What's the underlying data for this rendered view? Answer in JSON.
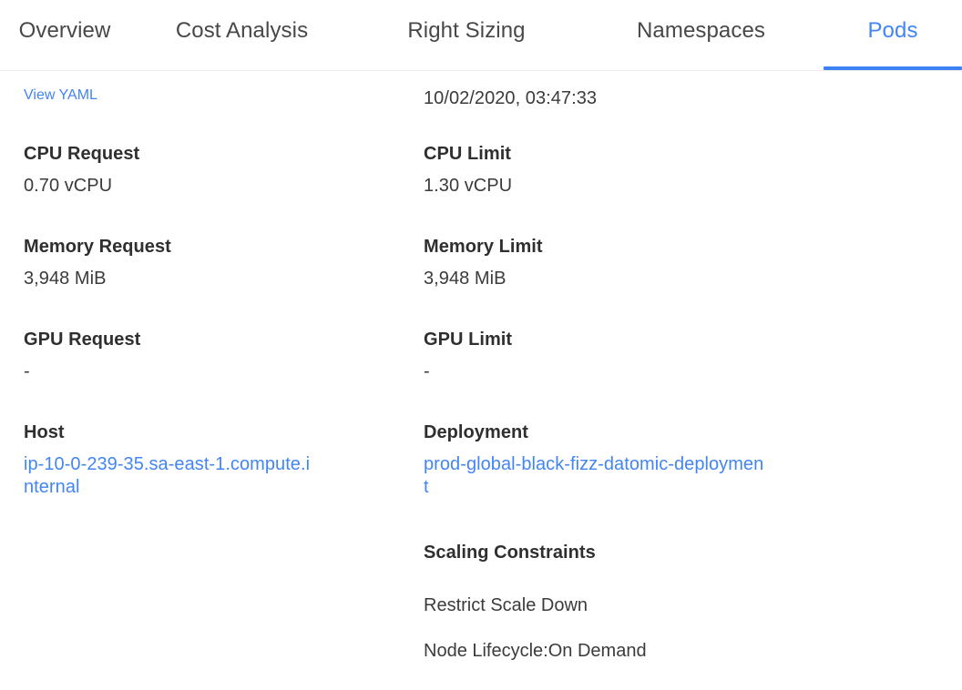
{
  "tabs": [
    {
      "id": "overview",
      "label": "Overview",
      "active": false
    },
    {
      "id": "cost",
      "label": "Cost Analysis",
      "active": false
    },
    {
      "id": "rightsize",
      "label": "Right Sizing",
      "active": false
    },
    {
      "id": "namespaces",
      "label": "Namespaces",
      "active": false
    },
    {
      "id": "pods",
      "label": "Pods",
      "active": true
    }
  ],
  "colors": {
    "accent": "#4285f4",
    "underline": "#3c82f3",
    "tab_inactive": "#484848",
    "label": "#2f2f2f",
    "value": "#3b3b3b",
    "divider": "#ededed",
    "background": "#ffffff"
  },
  "left_column": {
    "view_yaml_link": "View YAML",
    "cpu_request_label": "CPU Request",
    "cpu_request_value": "0.70 vCPU",
    "memory_request_label": "Memory Request",
    "memory_request_value": "3,948 MiB",
    "gpu_request_label": "GPU Request",
    "gpu_request_value": "-",
    "host_label": "Host",
    "host_value": "ip-10-0-239-35.sa-east-1.compute.internal"
  },
  "right_column": {
    "timestamp": "10/02/2020, 03:47:33",
    "cpu_limit_label": "CPU Limit",
    "cpu_limit_value": "1.30 vCPU",
    "memory_limit_label": "Memory Limit",
    "memory_limit_value": "3,948 MiB",
    "gpu_limit_label": "GPU Limit",
    "gpu_limit_value": "-",
    "deployment_label": "Deployment",
    "deployment_value": "prod-global-black-fizz-datomic-deployment",
    "scaling_constraints_label": "Scaling Constraints",
    "scaling_constraint_1": "Restrict Scale Down",
    "scaling_constraint_2": "Node Lifecycle:On Demand"
  }
}
